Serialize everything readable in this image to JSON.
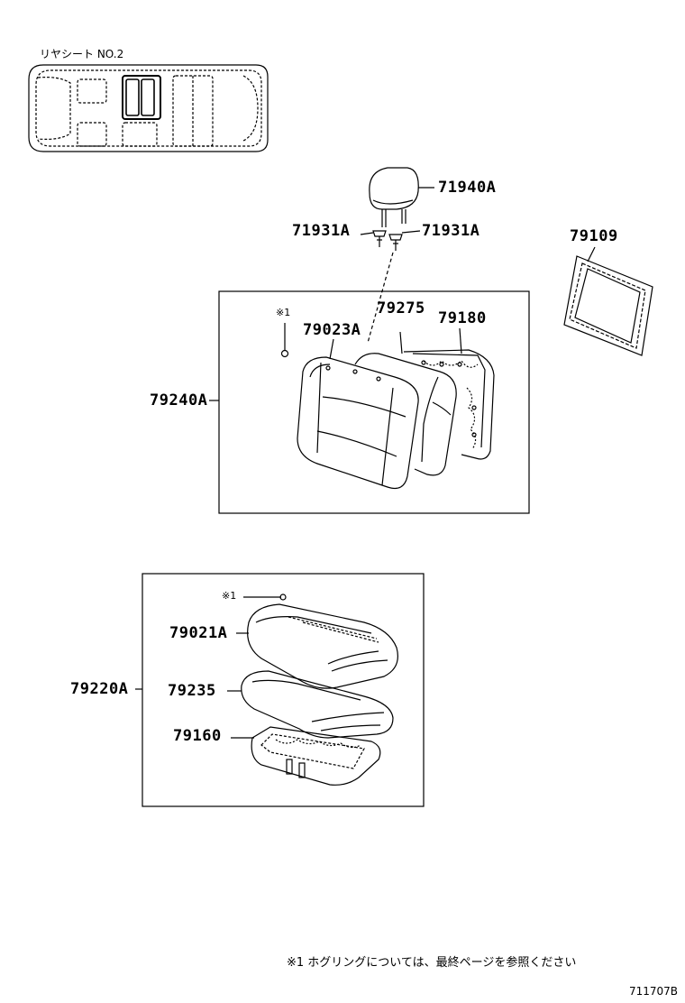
{
  "locator": {
    "title": "リヤシート NO.2"
  },
  "labels": {
    "headrest": "71940A",
    "clip_left": "71931A",
    "clip_right": "71931A",
    "trim_panel": "79109",
    "back_cover": "79023A",
    "back_pad": "79275",
    "back_frame": "79180",
    "back_assy": "79240A",
    "back_mark": "※1",
    "cushion_mark": "※1",
    "cushion_cover": "79021A",
    "cushion_pad": "79235",
    "cushion_frame": "79160",
    "cushion_assy": "79220A"
  },
  "footnote": "※1 ホグリングについては、最終ページを参照ください",
  "diagram_code": "711707B"
}
